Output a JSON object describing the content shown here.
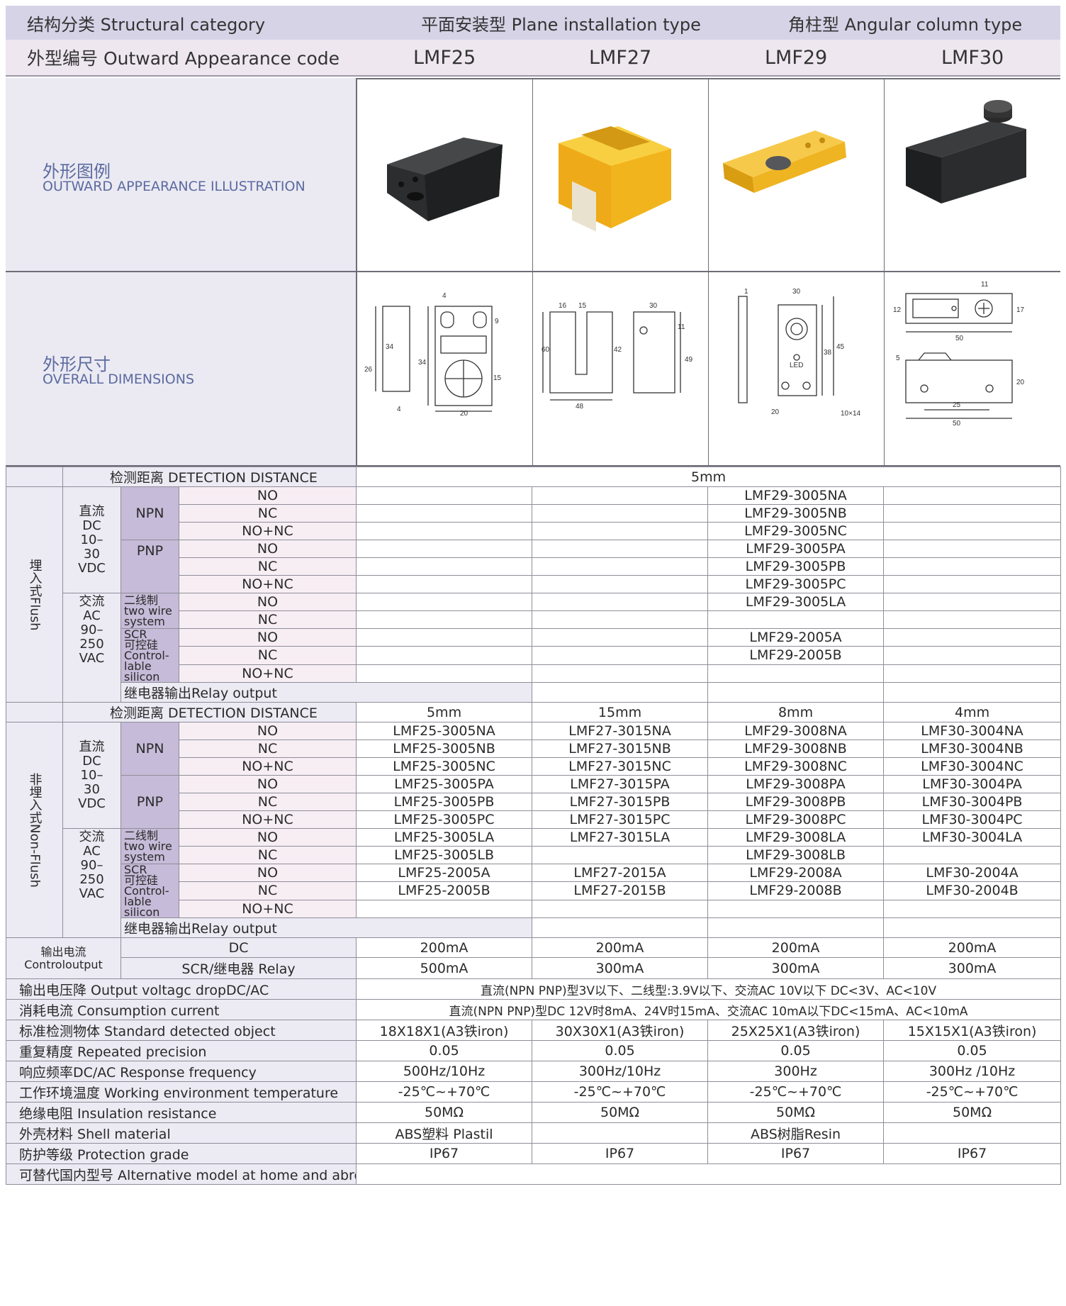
{
  "header": {
    "category_label": "结构分类 Structural category",
    "plane_label": "平面安装型 Plane installation type",
    "angular_label": "角柱型 Angular column type",
    "code_label": "外型编号 Outward Appearance code",
    "codes": [
      "LMF25",
      "LMF27",
      "LMF29",
      "LMF30"
    ]
  },
  "illustration": {
    "zh": "外形图例",
    "en": "OUTWARD APPEARANCE ILLUSTRATION",
    "colors": [
      "#2b2d2e",
      "#f2b41c",
      "#f0b726",
      "#222325"
    ]
  },
  "dimensions": {
    "zh": "外形尺寸",
    "en": "OVERALL DIMENSIONS",
    "lmf25": [
      "4",
      "9",
      "34",
      "26",
      "34",
      "15",
      "4",
      "20"
    ],
    "lmf27": [
      "16",
      "15",
      "30",
      "11",
      "60",
      "42",
      "49",
      "48"
    ],
    "lmf29": [
      "1",
      "30",
      "45",
      "38",
      "LED",
      "20",
      "10×14"
    ],
    "lmf30": [
      "11",
      "12",
      "17",
      "50",
      "5",
      "20",
      "25",
      "50"
    ]
  },
  "flush": {
    "group_label": "埋入式Flush",
    "dd_label": "检测距离 DETECTION DISTANCE",
    "dd_value": "5mm",
    "dc_label": "直流\nDC\n10–\n30\nVDC",
    "ac_label": "交流\nAC\n90–\n250\nVAC",
    "npn": "NPN",
    "pnp": "PNP",
    "two_wire": "二线制\ntwo wire\nsystem",
    "scr": "SCR\n可控硅\nControl-\nlable\nsilicon",
    "relay": "继电器输出Relay output",
    "rows": [
      {
        "out": "NO",
        "v": [
          "",
          "",
          "LMF29-3005NA",
          ""
        ]
      },
      {
        "out": "NC",
        "v": [
          "",
          "",
          "LMF29-3005NB",
          ""
        ]
      },
      {
        "out": "NO+NC",
        "v": [
          "",
          "",
          "LMF29-3005NC",
          ""
        ]
      },
      {
        "out": "NO",
        "v": [
          "",
          "",
          "LMF29-3005PA",
          ""
        ]
      },
      {
        "out": "NC",
        "v": [
          "",
          "",
          "LMF29-3005PB",
          ""
        ]
      },
      {
        "out": "NO+NC",
        "v": [
          "",
          "",
          "LMF29-3005PC",
          ""
        ]
      },
      {
        "out": "NO",
        "v": [
          "",
          "",
          "LMF29-3005LA",
          ""
        ]
      },
      {
        "out": "NC",
        "v": [
          "",
          "",
          "",
          ""
        ]
      },
      {
        "out": "NO",
        "v": [
          "",
          "",
          "LMF29-2005A",
          ""
        ]
      },
      {
        "out": "NC",
        "v": [
          "",
          "",
          "LMF29-2005B",
          ""
        ]
      },
      {
        "out": "NO+NC",
        "v": [
          "",
          "",
          "",
          ""
        ]
      }
    ]
  },
  "nonflush": {
    "group_label": "非埋入式Non-Flush",
    "dd_label": "检测距离 DETECTION DISTANCE",
    "dd_values": [
      "5mm",
      "15mm",
      "8mm",
      "4mm"
    ],
    "dc_label": "直流\nDC\n10–\n30\nVDC",
    "ac_label": "交流\nAC\n90–\n250\nVAC",
    "npn": "NPN",
    "pnp": "PNP",
    "two_wire": "二线制\ntwo wire\nsystem",
    "scr": "SCR\n可控硅\nControl-\nlable\nsilicon",
    "relay": "继电器输出Relay output",
    "rows": [
      {
        "out": "NO",
        "v": [
          "LMF25-3005NA",
          "LMF27-3015NA",
          "LMF29-3008NA",
          "LMF30-3004NA"
        ]
      },
      {
        "out": "NC",
        "v": [
          "LMF25-3005NB",
          "LMF27-3015NB",
          "LMF29-3008NB",
          "LMF30-3004NB"
        ]
      },
      {
        "out": "NO+NC",
        "v": [
          "LMF25-3005NC",
          "LMF27-3015NC",
          "LMF29-3008NC",
          "LMF30-3004NC"
        ]
      },
      {
        "out": "NO",
        "v": [
          "LMF25-3005PA",
          "LMF27-3015PA",
          "LMF29-3008PA",
          "LMF30-3004PA"
        ]
      },
      {
        "out": "NC",
        "v": [
          "LMF25-3005PB",
          "LMF27-3015PB",
          "LMF29-3008PB",
          "LMF30-3004PB"
        ]
      },
      {
        "out": "NO+NC",
        "v": [
          "LMF25-3005PC",
          "LMF27-3015PC",
          "LMF29-3008PC",
          "LMF30-3004PC"
        ]
      },
      {
        "out": "NO",
        "v": [
          "LMF25-3005LA",
          "LMF27-3015LA",
          "LMF29-3008LA",
          "LMF30-3004LA"
        ]
      },
      {
        "out": "NC",
        "v": [
          "LMF25-3005LB",
          "",
          "LMF29-3008LB",
          ""
        ]
      },
      {
        "out": "NO",
        "v": [
          "LMF25-2005A",
          "LMF27-2015A",
          "LMF29-2008A",
          "LMF30-2004A"
        ]
      },
      {
        "out": "NC",
        "v": [
          "LMF25-2005B",
          "LMF27-2015B",
          "LMF29-2008B",
          "LMF30-2004B"
        ]
      },
      {
        "out": "NO+NC",
        "v": [
          "",
          "",
          "",
          ""
        ]
      }
    ]
  },
  "output_current": {
    "label": "输出电流\nControloutput",
    "dc_label": "DC",
    "dc": [
      "200mA",
      "200mA",
      "200mA",
      "200mA"
    ],
    "relay_label": "SCR/继电器 Relay",
    "relay": [
      "500mA",
      "300mA",
      "300mA",
      "300mA"
    ]
  },
  "specs": [
    {
      "label": "输出电压降 Output voltagc dropDC/AC",
      "span": "直流(NPN PNP)型3V以下、二线型:3.9V以下、交流AC 10V以下 DC<3V、AC<10V"
    },
    {
      "label": "消耗电流 Consumption current",
      "span": "直流(NPN PNP)型DC 12V时8mA、24V时15mA、交流AC 10mA以下DC<15mA、AC<10mA"
    },
    {
      "label": "标准检测物体 Standard detected object",
      "v": [
        "18X18X1(A3铁iron)",
        "30X30X1(A3铁iron)",
        "25X25X1(A3铁iron)",
        "15X15X1(A3铁iron)"
      ]
    },
    {
      "label": "重复精度 Repeated precision",
      "v": [
        "0.05",
        "0.05",
        "0.05",
        "0.05"
      ]
    },
    {
      "label": "响应频率DC/AC Response frequency",
      "v": [
        "500Hz/10Hz",
        "300Hz/10Hz",
        "300Hz",
        "300Hz /10Hz"
      ]
    },
    {
      "label": "工作环境温度 Working environment temperature",
      "v": [
        "-25℃~+70℃",
        "-25℃~+70℃",
        "-25℃~+70℃",
        "-25℃~+70℃"
      ]
    },
    {
      "label": "绝缘电阻 Insulation resistance",
      "v": [
        "50MΩ",
        "50MΩ",
        "50MΩ",
        "50MΩ"
      ]
    },
    {
      "label": "外壳材料 Shell material",
      "v": [
        "ABS塑料 Plastil",
        "",
        "ABS树脂Resin",
        ""
      ]
    },
    {
      "label": "防护等级 Protection grade",
      "v": [
        "IP67",
        "IP67",
        "IP67",
        "IP67"
      ]
    },
    {
      "label": "可替代国内型号 Alternative model at home and abroad",
      "v": [
        "",
        "",
        "",
        ""
      ]
    }
  ]
}
